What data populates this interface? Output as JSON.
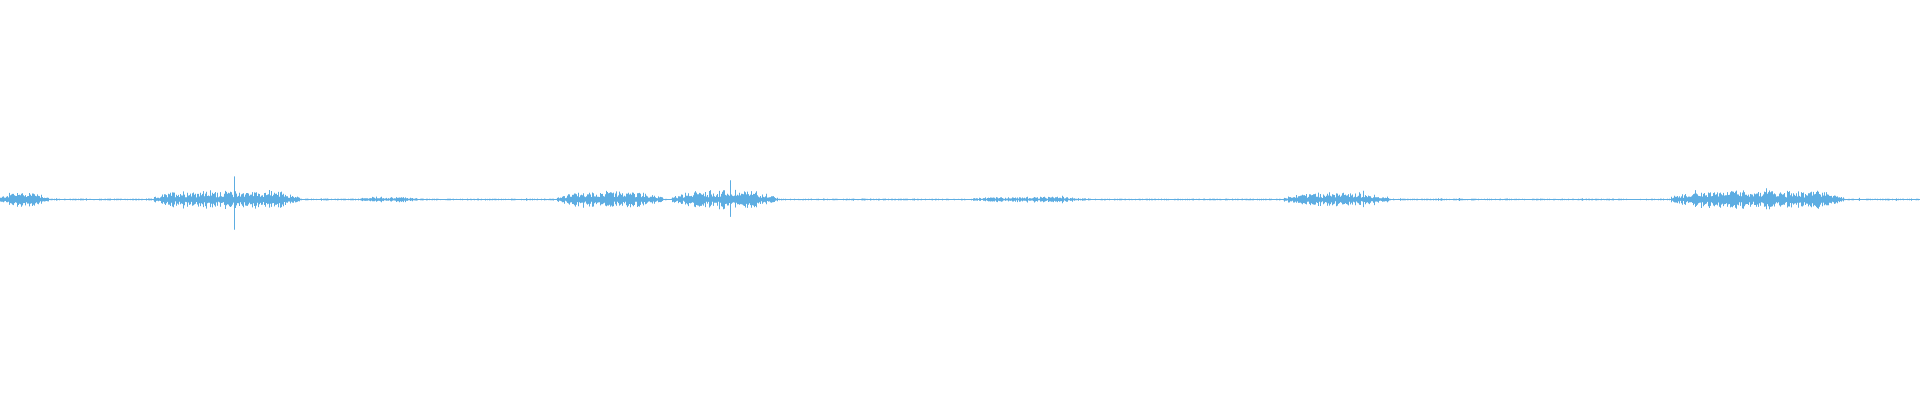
{
  "waveform": {
    "color": "#5dade2",
    "baseline_amplitude": 0.004,
    "regions": [
      {
        "start_pct": 0.0,
        "end_pct": 2.5,
        "amplitude": 0.035
      },
      {
        "start_pct": 8.0,
        "end_pct": 15.6,
        "amplitude": 0.04
      },
      {
        "start_pct": 18.5,
        "end_pct": 22.0,
        "amplitude": 0.012
      },
      {
        "start_pct": 29.0,
        "end_pct": 34.5,
        "amplitude": 0.035
      },
      {
        "start_pct": 35.0,
        "end_pct": 40.5,
        "amplitude": 0.04
      },
      {
        "start_pct": 50.4,
        "end_pct": 56.8,
        "amplitude": 0.012
      },
      {
        "start_pct": 66.8,
        "end_pct": 72.4,
        "amplitude": 0.03
      },
      {
        "start_pct": 87.0,
        "end_pct": 96.0,
        "amplitude": 0.04
      }
    ],
    "peaks": [
      {
        "at_pct": 12.2,
        "amplitude": 0.16
      },
      {
        "at_pct": 38.0,
        "amplitude": 0.12
      },
      {
        "at_pct": 92.0,
        "amplitude": 0.06
      }
    ]
  }
}
